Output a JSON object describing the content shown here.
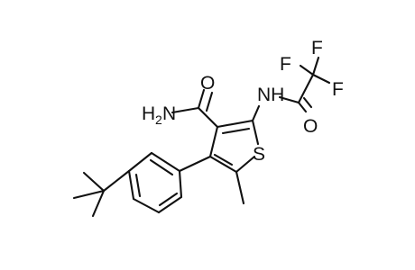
{
  "molecule": {
    "atoms": {
      "o_amide": "O",
      "n_amide_prefix": "H",
      "n_amide_sub": "2",
      "n_amide_suffix": "N",
      "nh": "NH",
      "o_acyl": "O",
      "f1": "F",
      "f2": "F",
      "f3": "F",
      "s": "S"
    }
  }
}
